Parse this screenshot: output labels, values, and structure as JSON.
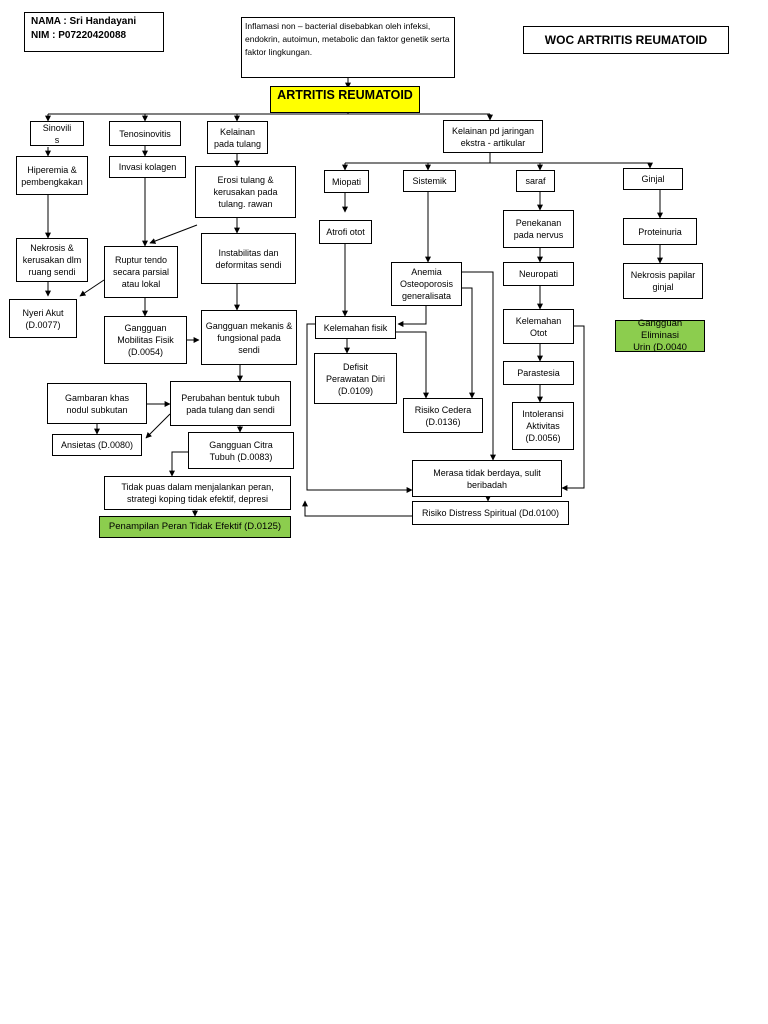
{
  "header": {
    "name_line": "NAMA : Sri Handayani",
    "nim_line": "NIM    : P07220420088",
    "title": "WOC ARTRITIS REUMATOID",
    "definition": "Inflamasi non – bacterial disebabkan oleh infeksi, endokrin, autoimun, metabolic dan faktor genetik serta faktor lingkungan.",
    "main": "ARTRITIS REUMATOID"
  },
  "nodes": {
    "sinovilis": "Sinovili\ns",
    "tenosinovitis": "Tenosinovitis",
    "kelainan_tulang": "Kelainan\npada tulang",
    "kelainan_ekstra": "Kelainan pd jaringan\nekstra - artikular",
    "hiperemia": "Hiperemia &\npembengkakan",
    "invasi": "Invasi kolagen",
    "erosi": "Erosi tulang &\nkerusakan pada\ntulang. rawan",
    "miopati": "Miopati",
    "sistemik": "Sistemik",
    "saraf": "saraf",
    "ginjal": "Ginjal",
    "atrofi": "Atrofi otot",
    "penekanan": "Penekanan\npada nervus",
    "proteinuria": "Proteinuria",
    "nekrosis": "Nekrosis &\nkerusakan dlm\nruang sendi",
    "ruptur": "Ruptur tendo\nsecara parsial\natau lokal",
    "instabilitas": "Instabilitas dan\ndeformitas sendi",
    "anemia": "Anemia\nOsteoporosis\ngeneralisata",
    "neuropati": "Neuropati",
    "nekrosis_papilar": "Nekrosis papilar\nginjal",
    "nyeri": "Nyeri Akut\n(D.0077)",
    "mobilitas": "Gangguan\nMobilitas Fisik\n(D.0054)",
    "mekanis": "Gangguan mekanis &\nfungsional pada\nsendi",
    "kelemahan_fisik": "Kelemahan fisik",
    "kelemahan_otot": "Kelemahan\nOtot",
    "eliminasi": "Gangguan Eliminasi\nUrin (D.0040",
    "defisit": "Defisit\nPerawatan Diri\n(D.0109)",
    "parastesia": "Parastesia",
    "gambaran": "Gambaran khas\nnodul subkutan",
    "perubahan": "Perubahan bentuk tubuh\npada tulang dan sendi",
    "risiko_cedera": "Risiko Cedera\n(D.0136)",
    "intoleransi": "Intoleransi\nAktivitas\n(D.0056)",
    "ansietas": "Ansietas (D.0080)",
    "citra": "Gangguan Citra\nTubuh (D.0083)",
    "merasa": "Merasa tidak berdaya, sulit\nberibadah",
    "tidak_puas": "Tidak puas dalam menjalankan peran,\nstrategi koping tidak efektif, depresi",
    "distress": "Risiko Distress Spiritual (Dd.0100)",
    "penampilan": "Penampilan Peran Tidak Efektif (D.0125)"
  }
}
